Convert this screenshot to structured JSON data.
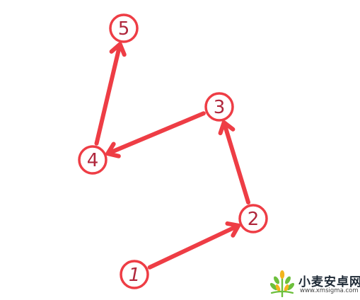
{
  "colors": {
    "stroke": "#ee3d45",
    "label": "#b0273c",
    "circle_fill": "#ffffff",
    "watermark_text": "#1f2a36",
    "watermark_url": "#444444",
    "logo_green": "#6cbf3c",
    "logo_yellow": "#f2b51e"
  },
  "nodes": [
    {
      "id": "1",
      "label": "1"
    },
    {
      "id": "2",
      "label": "2"
    },
    {
      "id": "3",
      "label": "3"
    },
    {
      "id": "4",
      "label": "4"
    },
    {
      "id": "5",
      "label": "5"
    }
  ],
  "edges": [
    {
      "from": "1",
      "to": "2"
    },
    {
      "from": "2",
      "to": "3"
    },
    {
      "from": "3",
      "to": "4"
    },
    {
      "from": "4",
      "to": "5"
    }
  ],
  "watermark": {
    "title": "小麦安卓网",
    "url": "www.xmsigma.com",
    "logo_icon": "wheat-logo-icon"
  }
}
